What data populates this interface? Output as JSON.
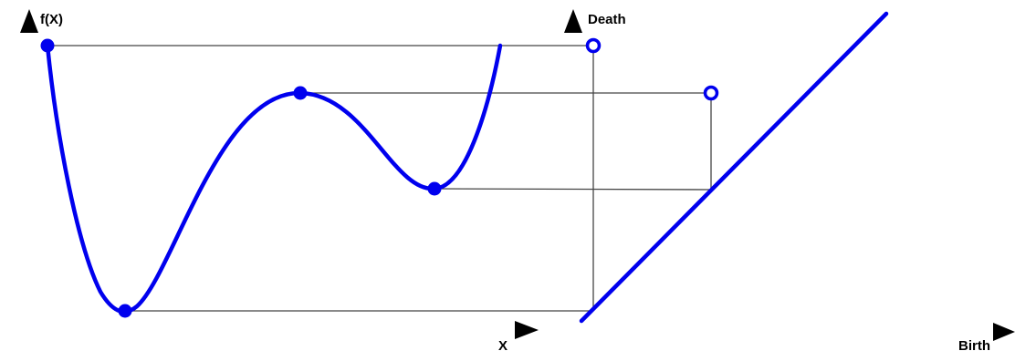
{
  "left_panel": {
    "y_axis_label": "f(X)",
    "x_axis_label": "X"
  },
  "right_panel": {
    "y_axis_label": "Death",
    "x_axis_label": "Birth"
  },
  "colors": {
    "curve": "#0000ee",
    "axis": "#000000",
    "axis_fade": "#555555",
    "connector": "#444444"
  },
  "critical_points": [
    {
      "type": "global-maximum-endpoint"
    },
    {
      "type": "global-minimum"
    },
    {
      "type": "local-maximum"
    },
    {
      "type": "local-minimum"
    }
  ],
  "persistence_pairs": [
    {
      "birth": "global-minimum",
      "death": "global-maximum-endpoint"
    },
    {
      "birth": "local-minimum",
      "death": "local-maximum"
    }
  ]
}
